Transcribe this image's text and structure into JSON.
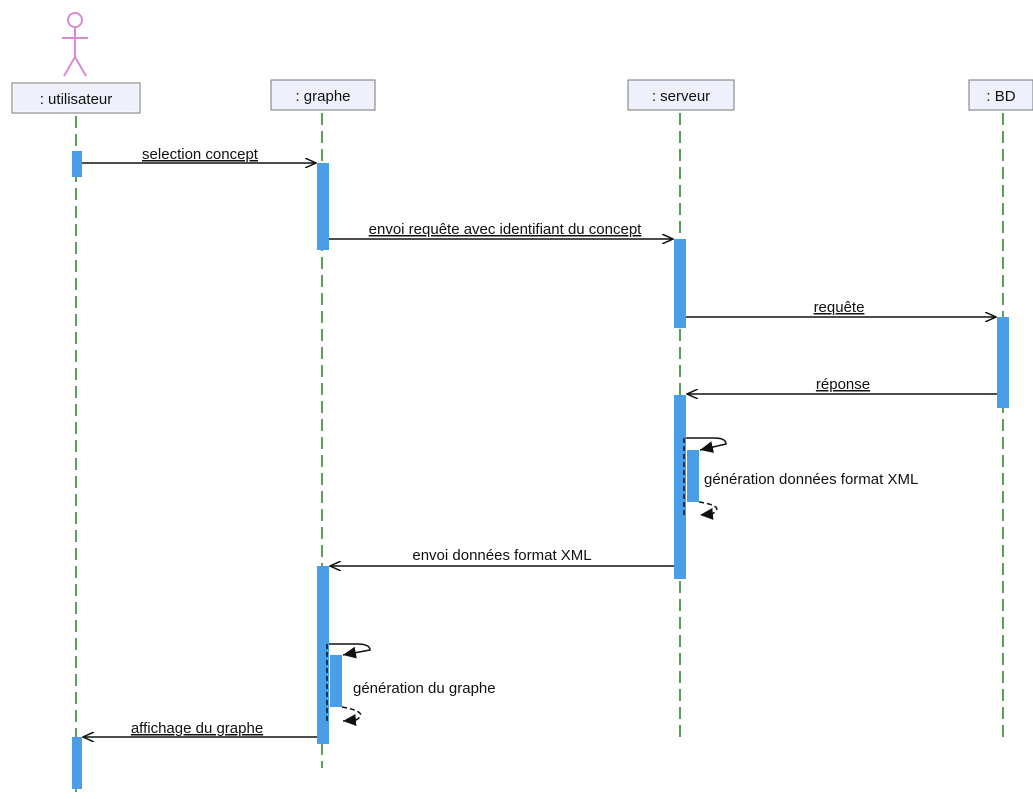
{
  "colors": {
    "actor": "#d78bd5",
    "lifeline": "#2e8b2e",
    "activation": "#4a9ee8",
    "header_fill": "#eef1fb",
    "line": "#111111"
  },
  "participants": [
    {
      "id": "utilisateur",
      "label": ": utilisateur",
      "is_actor": true
    },
    {
      "id": "graphe",
      "label": ": graphe",
      "is_actor": false
    },
    {
      "id": "serveur",
      "label": ": serveur",
      "is_actor": false
    },
    {
      "id": "bd",
      "label": ": BD",
      "is_actor": false
    }
  ],
  "messages": [
    {
      "label": "selection concept",
      "from": "utilisateur",
      "to": "graphe",
      "kind": "call"
    },
    {
      "label": "envoi requête avec identifiant du concept",
      "from": "graphe",
      "to": "serveur",
      "kind": "call"
    },
    {
      "label": "requête",
      "from": "serveur",
      "to": "bd",
      "kind": "call"
    },
    {
      "label": "réponse",
      "from": "bd",
      "to": "serveur",
      "kind": "call"
    },
    {
      "label": "génération données format XML",
      "from": "serveur",
      "to": "serveur",
      "kind": "self"
    },
    {
      "label": "envoi données format XML",
      "from": "serveur",
      "to": "graphe",
      "kind": "call"
    },
    {
      "label": "génération du graphe",
      "from": "graphe",
      "to": "graphe",
      "kind": "self"
    },
    {
      "label": "affichage du graphe",
      "from": "graphe",
      "to": "utilisateur",
      "kind": "call"
    }
  ]
}
